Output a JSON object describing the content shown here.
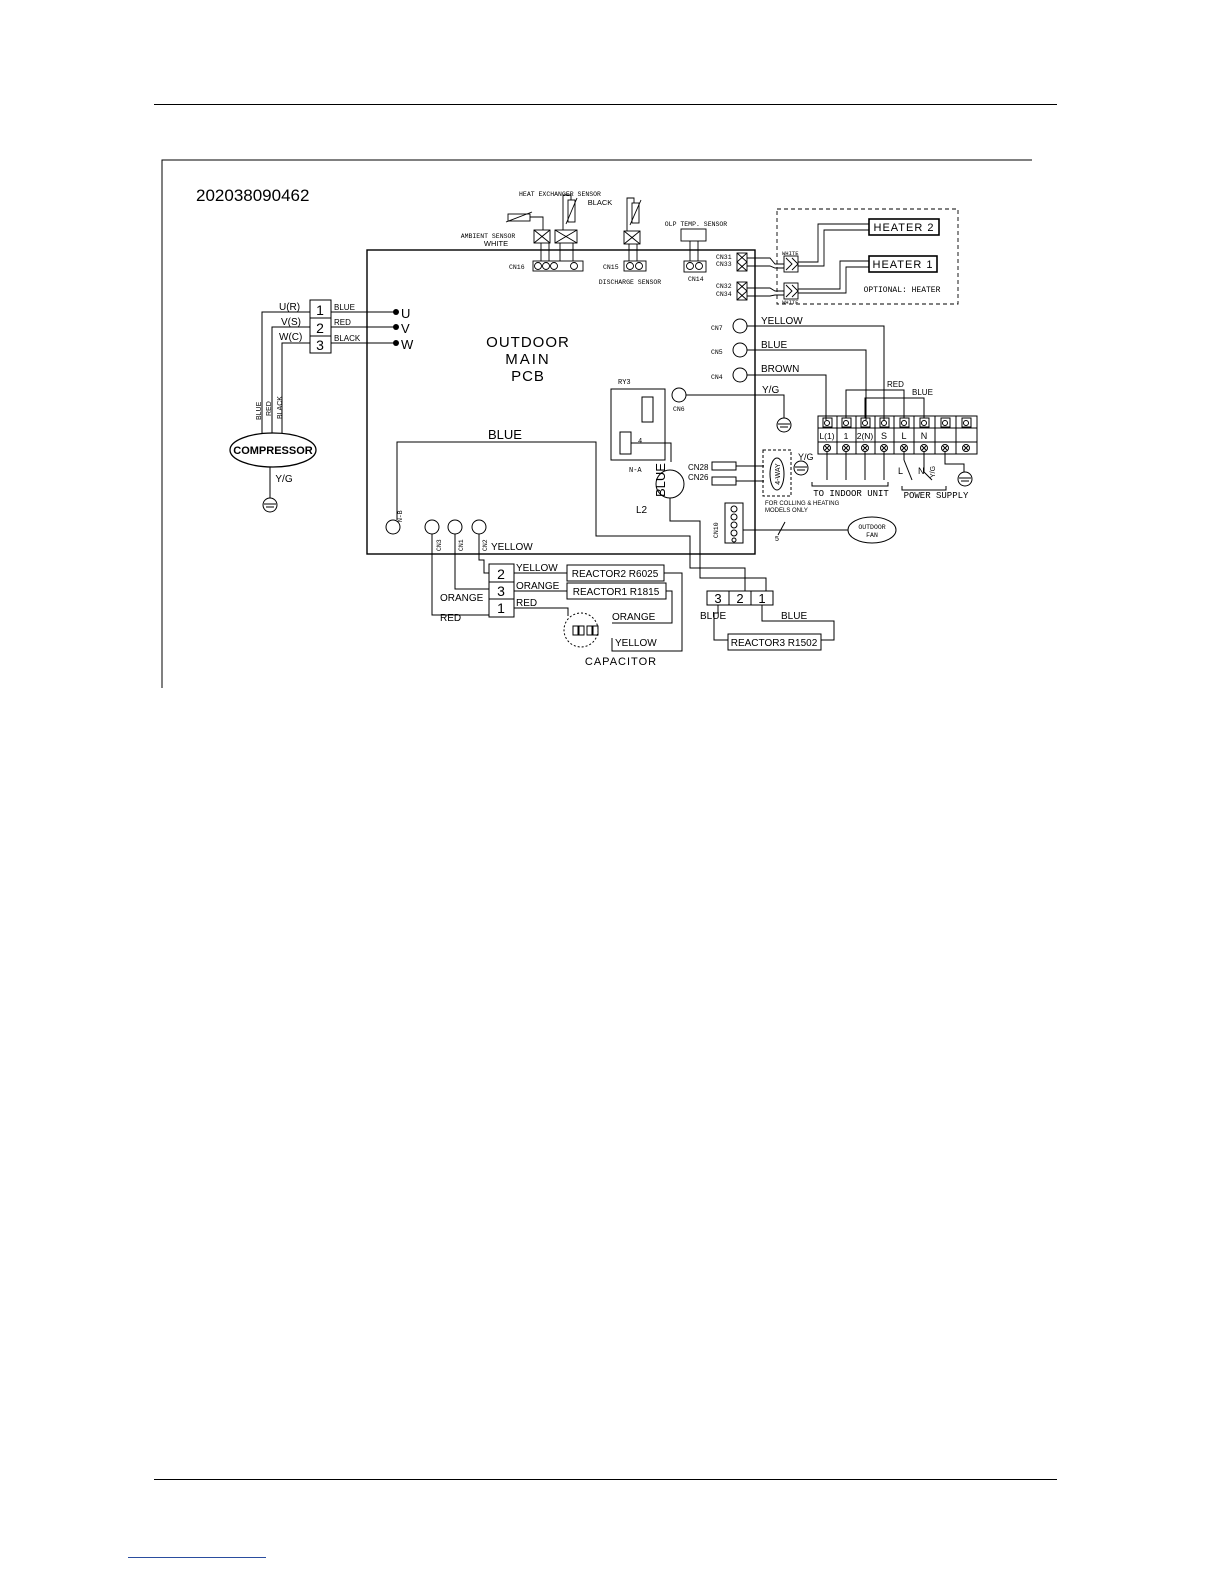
{
  "diagram": {
    "part_number": "202038090462",
    "pcb": {
      "line1": "OUTDOOR",
      "line2": "MAIN",
      "line3": "PCB"
    },
    "sensors": {
      "heat_exchanger": "HEAT EXCHANGER SENSOR",
      "heat_exchanger_color": "BLACK",
      "ambient": "AMBIENT SENSOR",
      "ambient_color": "WHITE",
      "olp": "OLP TEMP. SENSOR",
      "discharge": "DISCHARGE SENSOR"
    },
    "connectors": {
      "cn16": "CN16",
      "cn15": "CN15",
      "cn14": "CN14",
      "cn31": "CN31",
      "cn33": "CN33",
      "cn32": "CN32",
      "cn34": "CN34",
      "cn7": "CN7",
      "cn5": "CN5",
      "cn4": "CN4",
      "cn6": "CN6",
      "cn28": "CN28",
      "cn26": "CN26",
      "cn10": "CN10",
      "cn3": "CN3",
      "cn1": "CN1",
      "cn2": "CN2",
      "nb": "N-B"
    },
    "heaters": {
      "heater2": "HEATER 2",
      "heater1": "HEATER 1",
      "optional": "OPTIONAL: HEATER",
      "white": "WHITE"
    },
    "compressor": {
      "label": "COMPRESSOR",
      "ground": "Y/G",
      "phase_labels": [
        "U(R)",
        "V(S)",
        "W(C)"
      ],
      "pins": [
        "1",
        "2",
        "3"
      ],
      "wire_colors": [
        "BLUE",
        "RED",
        "BLACK"
      ],
      "outputs": [
        "U",
        "V",
        "W"
      ]
    },
    "relay": {
      "name": "RY3",
      "pin": "4",
      "na": "N-A"
    },
    "wires": {
      "yellow": "YELLOW",
      "blue": "BLUE",
      "brown": "BROWN",
      "yg": "Y/G",
      "red": "RED",
      "orange": "ORANGE",
      "blue_main": "BLUE",
      "blue_vertical": "BLUE",
      "l2": "L2",
      "fan_count": "5"
    },
    "terminal": {
      "top_labels": [
        "L(1)",
        "1",
        "2(N)",
        "S",
        "L",
        "N",
        "",
        ""
      ],
      "to_indoor": "TO INDOOR UNIT",
      "power_supply": "POWER SUPPLY",
      "ps_l": "L",
      "ps_n": "N",
      "ps_yg": "Y/G",
      "yg": "Y/G"
    },
    "four_way": {
      "label": "4-WAY",
      "note1": "FOR COLLING & HEATING",
      "note2": "MODELS ONLY"
    },
    "fan": {
      "line1": "OUTDOOR",
      "line2": "FAN"
    },
    "reactors": {
      "reactor2": "REACTOR2 R6025",
      "reactor1": "REACTOR1 R1815",
      "reactor3": "REACTOR3 R1502",
      "left_pins": [
        "2",
        "3",
        "1"
      ],
      "right_pins": [
        "3",
        "2",
        "1"
      ],
      "capacitor": "CAPACITOR"
    }
  }
}
